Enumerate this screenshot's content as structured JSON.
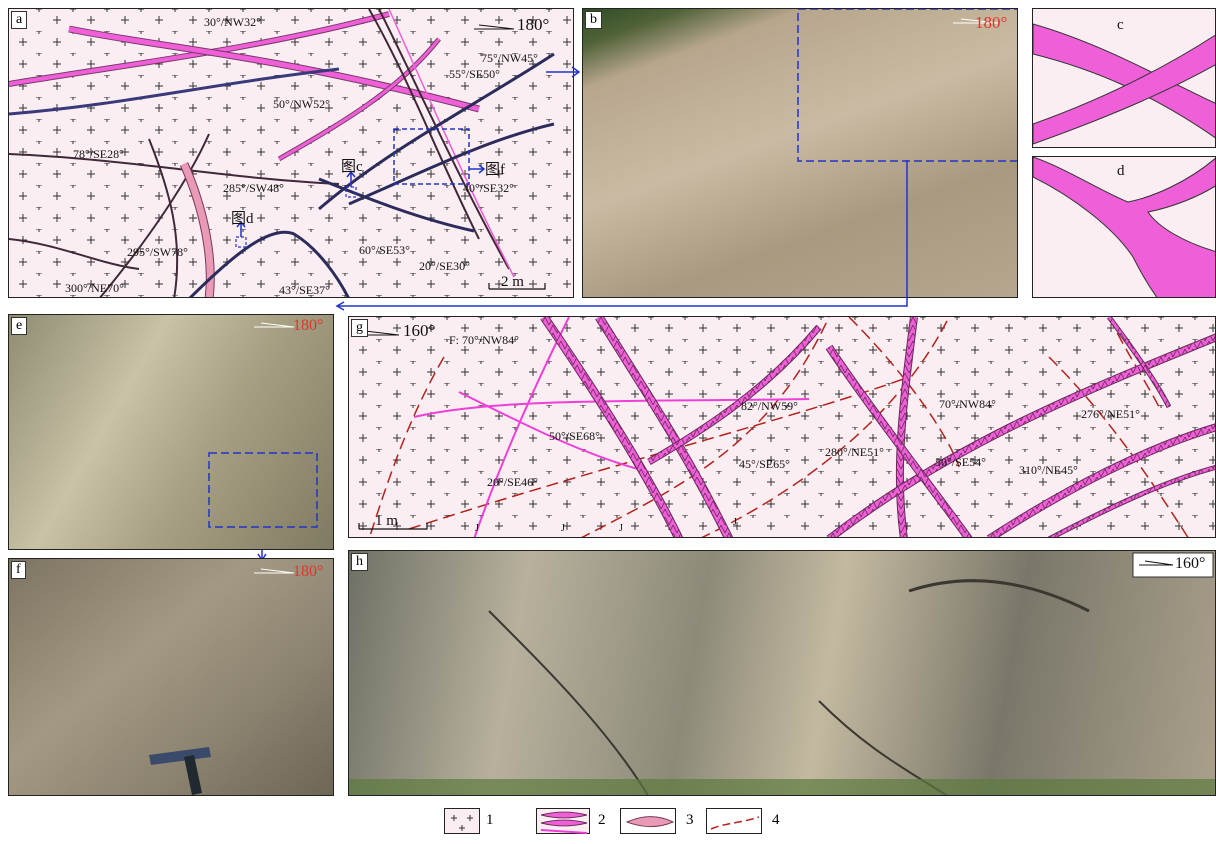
{
  "panels": {
    "a": {
      "label": "a",
      "orientation": "180°",
      "scale": "2 m",
      "refs": [
        "图c",
        "图d",
        "图f"
      ],
      "attitudes": [
        "30°/NW32°",
        "75°/NW45°",
        "55°/SE50°",
        "50°/NW52°",
        "78°/SE28°",
        "285°/SW48°",
        "40°/SE32°",
        "295°/SW78°",
        "60°/SE53°",
        "20°/SE30°",
        "300°/NE70°",
        "43°/SE37°"
      ]
    },
    "b": {
      "label": "b",
      "orientation": "180°"
    },
    "c": {
      "label": "c"
    },
    "d": {
      "label": "d"
    },
    "e": {
      "label": "e",
      "orientation": "180°"
    },
    "f": {
      "label": "f",
      "orientation": "180°"
    },
    "g": {
      "label": "g",
      "orientation": "160°",
      "scale": "1 m",
      "joint": "J",
      "attitudes": [
        "F: 70°/NW84°",
        "82°/NW59°",
        "70°/NW84°",
        "276°/NE51°",
        "50°/SE68°",
        "45°/SE65°",
        "280°/NE51°",
        "50°/SE54°",
        "310°/NE45°",
        "20°/SE46°"
      ]
    },
    "h": {
      "label": "h",
      "orientation": "160°"
    }
  },
  "legend": [
    "1",
    "2",
    "3",
    "4"
  ]
}
